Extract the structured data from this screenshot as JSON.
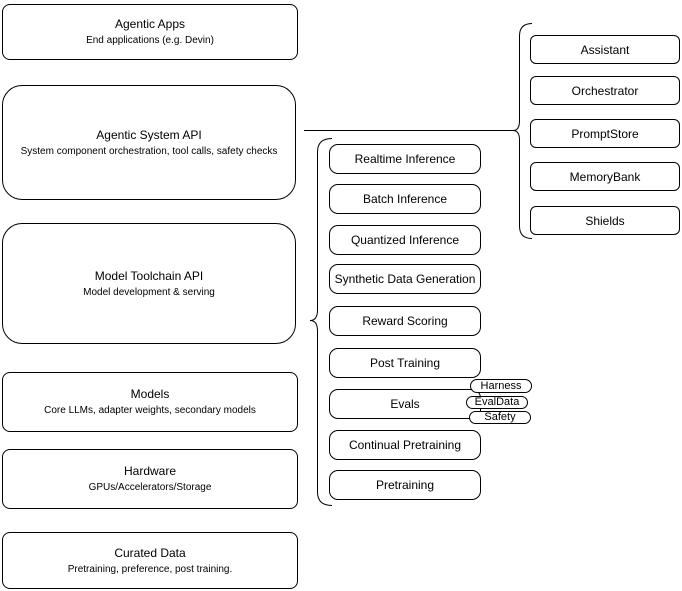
{
  "diagram": {
    "left_stack": [
      {
        "title": "Agentic Apps",
        "subtitle": "End applications (e.g. Devin)"
      },
      {
        "title": "Agentic System API",
        "subtitle": "System component orchestration, tool calls, safety checks"
      },
      {
        "title": "Model Toolchain API",
        "subtitle": "Model development & serving"
      },
      {
        "title": "Models",
        "subtitle": "Core LLMs, adapter weights, secondary models"
      },
      {
        "title": "Hardware",
        "subtitle": "GPUs/Accelerators/Storage"
      },
      {
        "title": "Curated Data",
        "subtitle": "Pretraining, preference, post training."
      }
    ],
    "toolchain_items": [
      "Realtime Inference",
      "Batch Inference",
      "Quantized Inference",
      "Synthetic Data Generation",
      "Reward Scoring",
      "Post Training",
      "Evals",
      "Continual Pretraining",
      "Pretraining"
    ],
    "eval_tags": [
      "Harness",
      "EvalData",
      "Safety"
    ],
    "system_components": [
      "Assistant",
      "Orchestrator",
      "PromptStore",
      "MemoryBank",
      "Shields"
    ],
    "colors": {
      "stroke": "#000000",
      "fill": "#ffffff",
      "background": "#ffffff"
    }
  }
}
